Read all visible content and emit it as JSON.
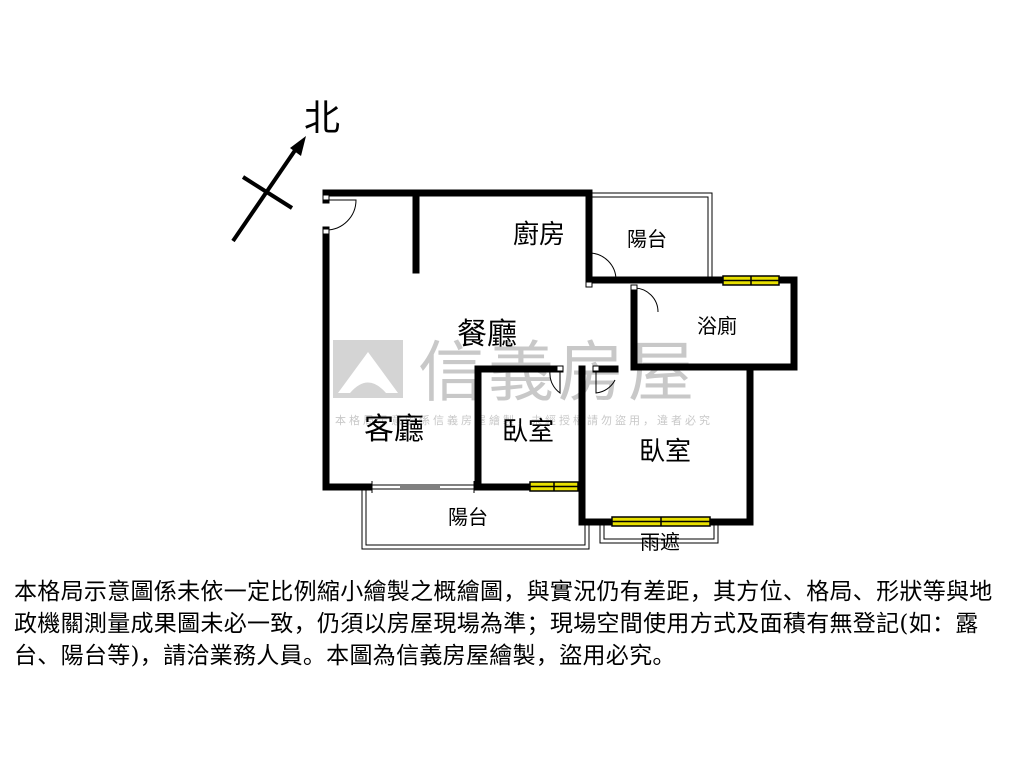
{
  "north_label": "北",
  "rooms": {
    "kitchen": "廚房",
    "balcony_top": "陽台",
    "bathroom": "浴廁",
    "dining": "餐廳",
    "living": "客廳",
    "bedroom_small": "臥室",
    "bedroom_large": "臥室",
    "balcony_bottom": "陽台",
    "awning": "雨遮"
  },
  "watermark": {
    "brand": "信義房屋",
    "notice": "本格局示意圖係信義房屋繪製，未經授權請勿盜用，違者必究"
  },
  "disclaimer": "本格局示意圖係未依一定比例縮小繪製之概繪圖，與實況仍有差距，其方位、格局、形狀等與地政機關測量成果圖未必一致，仍須以房屋現場為準；現場空間使用方式及面積有無登記(如：露台、陽台等)，請洽業務人員。本圖為信義房屋繪製，盜用必究。",
  "colors": {
    "wall": "#000000",
    "window_fill": "#e8e000",
    "watermark": "#c8c8c8"
  }
}
